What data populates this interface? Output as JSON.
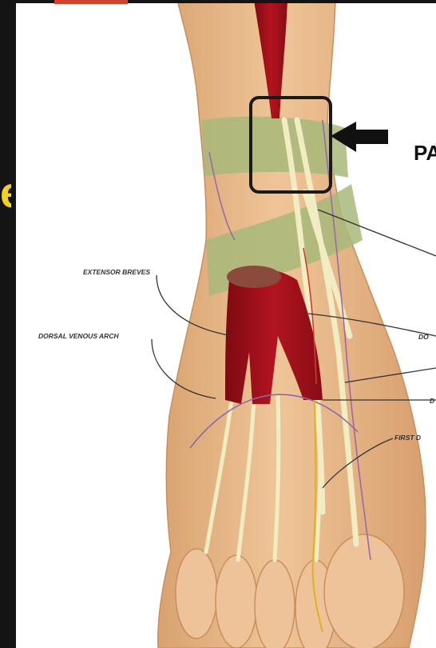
{
  "left_fragment": "e",
  "pointer_label": "PA",
  "labels": {
    "extensor_breves": "EXTENSOR BREVES",
    "dorsal_venous_arch": "DORSAL VENOUS ARCH",
    "right_label_do": "DO",
    "right_label_d": "D",
    "first_d": "FIRST D"
  },
  "colors": {
    "background": "#ffffff",
    "frame": "#141414",
    "skin": "#ebbd8b",
    "muscle": "#a3121c",
    "band": "#a8b97a",
    "tendon": "#f2ecc2",
    "accent_yellow": "#f3d21b",
    "accent_red": "#d5402b"
  },
  "icons": {
    "arrow": "left-arrow-icon",
    "focus_box": "highlight-box"
  }
}
